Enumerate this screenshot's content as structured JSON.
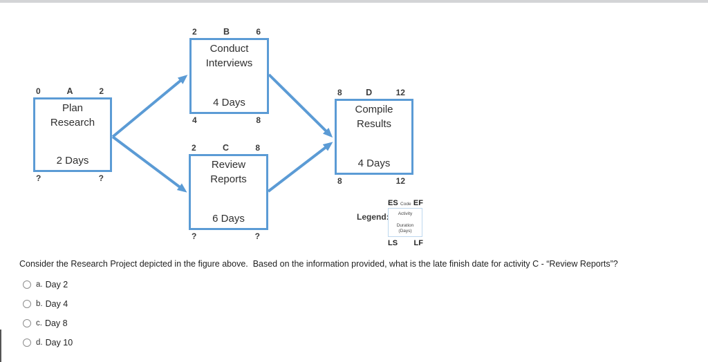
{
  "colors": {
    "diagram_accent": "#5B9BD5",
    "legend_box_border": "#BDD7EE",
    "top_divider": "#d3d4d6"
  },
  "diagram": {
    "nodes": [
      {
        "code": "A",
        "es": "0",
        "ef": "2",
        "ls": "?",
        "lf": "?",
        "name_line1": "Plan",
        "name_line2": "Research",
        "duration": "2 Days"
      },
      {
        "code": "B",
        "es": "2",
        "ef": "6",
        "ls": "4",
        "lf": "8",
        "name_line1": "Conduct",
        "name_line2": "Interviews",
        "duration": "4 Days"
      },
      {
        "code": "C",
        "es": "2",
        "ef": "8",
        "ls": "?",
        "lf": "?",
        "name_line1": "Review",
        "name_line2": "Reports",
        "duration": "6 Days"
      },
      {
        "code": "D",
        "es": "8",
        "ef": "12",
        "ls": "8",
        "lf": "12",
        "name_line1": "Compile",
        "name_line2": "Results",
        "duration": "4 Days"
      }
    ],
    "legend": {
      "label": "Legend:",
      "es": "ES",
      "code": "Code",
      "ef": "EF",
      "activity": "Activity",
      "duration_line1": "Duration",
      "duration_line2": "(Days)",
      "ls": "LS",
      "lf": "LF"
    }
  },
  "question": {
    "text": "Consider the Research Project depicted in the figure above.  Based on the information provided, what is the late finish date for activity C - “Review Reports”?",
    "options": [
      {
        "letter": "a.",
        "label": "Day 2"
      },
      {
        "letter": "b.",
        "label": "Day 4"
      },
      {
        "letter": "c.",
        "label": "Day 8"
      },
      {
        "letter": "d.",
        "label": "Day 10"
      }
    ]
  }
}
